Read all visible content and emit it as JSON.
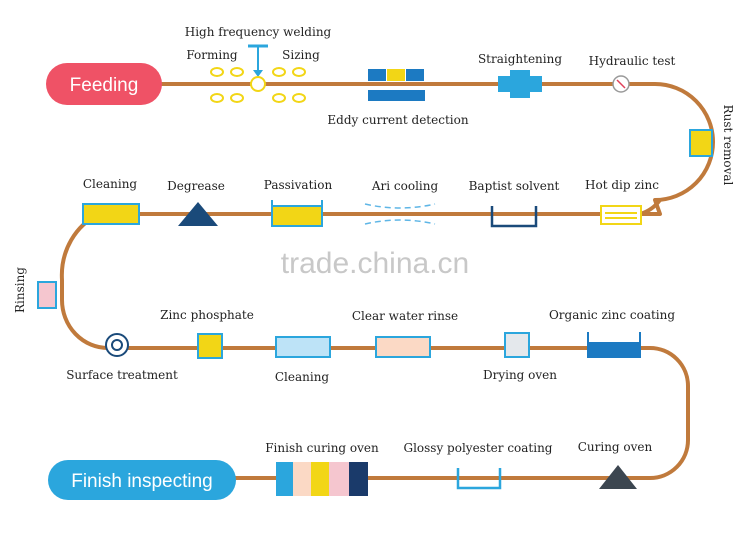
{
  "start": {
    "label": "Feeding",
    "color": "#ef5266"
  },
  "end": {
    "label": "Finish inspecting",
    "color": "#2ba6dd"
  },
  "pipe_color": "#c07a3c",
  "watermark": "trade.china.cn",
  "steps": {
    "high_frequency_welding": "High frequency welding",
    "forming": "Forming",
    "sizing": "Sizing",
    "eddy_current_detection": "Eddy current detection",
    "straightening": "Straightening",
    "hydraulic_test": "Hydraulic test",
    "rust_removal": "Rust removal",
    "cleaning_1": "Cleaning",
    "degrease": "Degrease",
    "passivation": "Passivation",
    "air_cooling": "Ari cooling",
    "baptist_solvent": "Baptist solvent",
    "hot_dip_zinc": "Hot dip zinc",
    "rinsing": "Rinsing",
    "surface_treatment": "Surface treatment",
    "zinc_phosphate": "Zinc phosphate",
    "cleaning_2": "Cleaning",
    "clear_water_rinse": "Clear water rinse",
    "drying_oven": "Drying oven",
    "organic_zinc_coating": "Organic zinc coating",
    "finish_curing_oven": "Finish curing oven",
    "glossy_polyester_coating": "Glossy polyester coating",
    "curing_oven": "Curing oven"
  }
}
